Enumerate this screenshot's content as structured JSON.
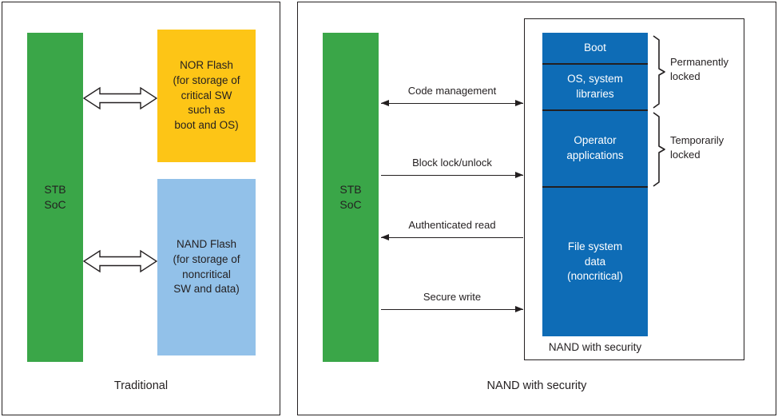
{
  "diagram": {
    "left_panel": {
      "soc_label": "STB\nSoC",
      "nor_flash_label": "NOR Flash\n(for storage of\ncritical SW\nsuch as\nboot and OS)",
      "nand_flash_label": "NAND Flash\n(for storage of\nnoncritical\nSW and data)",
      "caption": "Traditional"
    },
    "right_panel": {
      "soc_label": "STB\nSoC",
      "arrows": [
        {
          "label": "Code management",
          "direction": "both"
        },
        {
          "label": "Block lock/unlock",
          "direction": "right"
        },
        {
          "label": "Authenticated read",
          "direction": "left"
        },
        {
          "label": "Secure write",
          "direction": "right"
        }
      ],
      "segments": [
        {
          "label": "Boot"
        },
        {
          "label": "OS, system\nlibraries"
        },
        {
          "label": "Operator\napplications"
        },
        {
          "label": "File system\ndata\n(noncritical)"
        }
      ],
      "brackets": [
        {
          "label": "Permanently\nlocked"
        },
        {
          "label": "Temporarily\nlocked"
        }
      ],
      "nand_box_label": "NAND with security",
      "caption": "NAND with security"
    },
    "colors": {
      "soc_green": "#3aa648",
      "nor_yellow": "#fdc516",
      "nand_light_blue": "#92c1e9",
      "secure_dark_blue": "#0e6cb6",
      "outline": "#231f20"
    }
  }
}
